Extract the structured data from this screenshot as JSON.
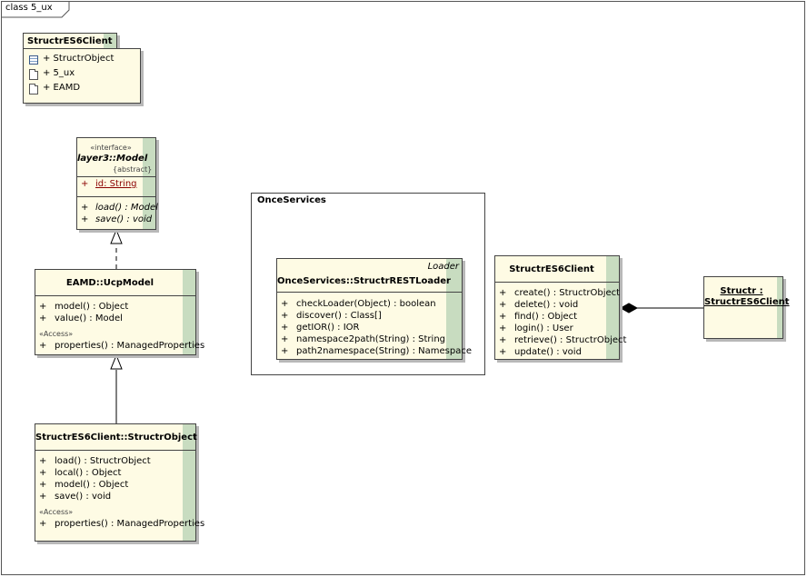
{
  "frame": {
    "label": "class 5_ux"
  },
  "package_box": {
    "title": "StructrES6Client",
    "items": [
      {
        "label": "+ StructrObject",
        "icon": "class-icon"
      },
      {
        "label": "+ 5_ux",
        "icon": "package-icon"
      },
      {
        "label": "+ EAMD",
        "icon": "package-icon"
      }
    ]
  },
  "model": {
    "stereotype": "«interface»",
    "name": "layer3::Model",
    "tag": "{abstract}",
    "attributes": [
      {
        "vis": "+",
        "text": "id:  String"
      }
    ],
    "operations": [
      {
        "vis": "+",
        "text": "load() : Model"
      },
      {
        "vis": "+",
        "text": "save() : void"
      }
    ]
  },
  "ucpmodel": {
    "name": "EAMD::UcpModel",
    "operations": [
      {
        "vis": "+",
        "text": "model() : Object"
      },
      {
        "vis": "+",
        "text": "value() : Model"
      }
    ],
    "access_label": "«Access»",
    "access_ops": [
      {
        "vis": "+",
        "text": "properties() : ManagedProperties"
      }
    ]
  },
  "structrobject": {
    "name": "StructrES6Client::StructrObject",
    "operations": [
      {
        "vis": "+",
        "text": "load() : StructrObject"
      },
      {
        "vis": "+",
        "text": "local() : Object"
      },
      {
        "vis": "+",
        "text": "model() : Object"
      },
      {
        "vis": "+",
        "text": "save() : void"
      }
    ],
    "access_label": "«Access»",
    "access_ops": [
      {
        "vis": "+",
        "text": "properties() : ManagedProperties"
      }
    ]
  },
  "onceservices": {
    "title": "OnceServices",
    "loader": {
      "stereotype": "Loader",
      "name": "OnceServices::StructrRESTLoader",
      "operations": [
        {
          "vis": "+",
          "text": "checkLoader(Object) : boolean"
        },
        {
          "vis": "+",
          "text": "discover() : Class[]"
        },
        {
          "vis": "+",
          "text": "getIOR() : IOR"
        },
        {
          "vis": "+",
          "text": "namespace2path(String) : String"
        },
        {
          "vis": "+",
          "text": "path2namespace(String) : Namespace"
        }
      ]
    }
  },
  "client": {
    "name": "StructrES6Client",
    "operations": [
      {
        "vis": "+",
        "text": "create() : StructrObject"
      },
      {
        "vis": "+",
        "text": "delete() : void"
      },
      {
        "vis": "+",
        "text": "find() : Object"
      },
      {
        "vis": "+",
        "text": "login() : User"
      },
      {
        "vis": "+",
        "text": "retrieve() : StructrObject"
      },
      {
        "vis": "+",
        "text": "update() : void"
      }
    ]
  },
  "instance": {
    "line1": "Structr :",
    "line2": "StructrES6Client"
  }
}
